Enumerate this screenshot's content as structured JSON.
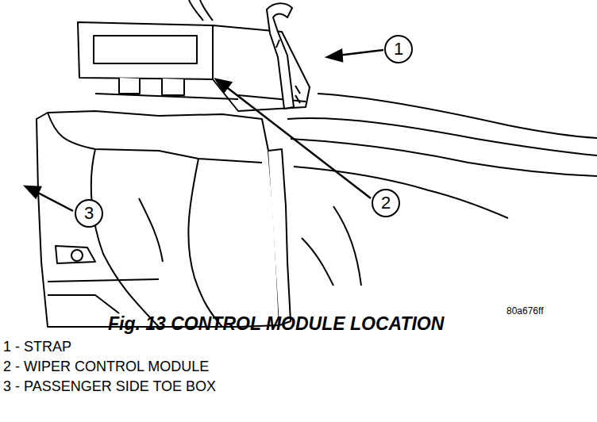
{
  "diagram": {
    "caption": "Fig. 13 CONTROL MODULE LOCATION",
    "nodes": [
      {
        "text": [
          "1"
        ]
      },
      {
        "text": [
          "2"
        ]
      },
      {
        "text": [
          "3"
        ]
      }
    ],
    "labels": [
      "80a676ff",
      "1 - STRAP",
      "2 - WIPER CONTROL MODULE",
      "3 - PASSENGER SIDE TOE BOX"
    ]
  }
}
